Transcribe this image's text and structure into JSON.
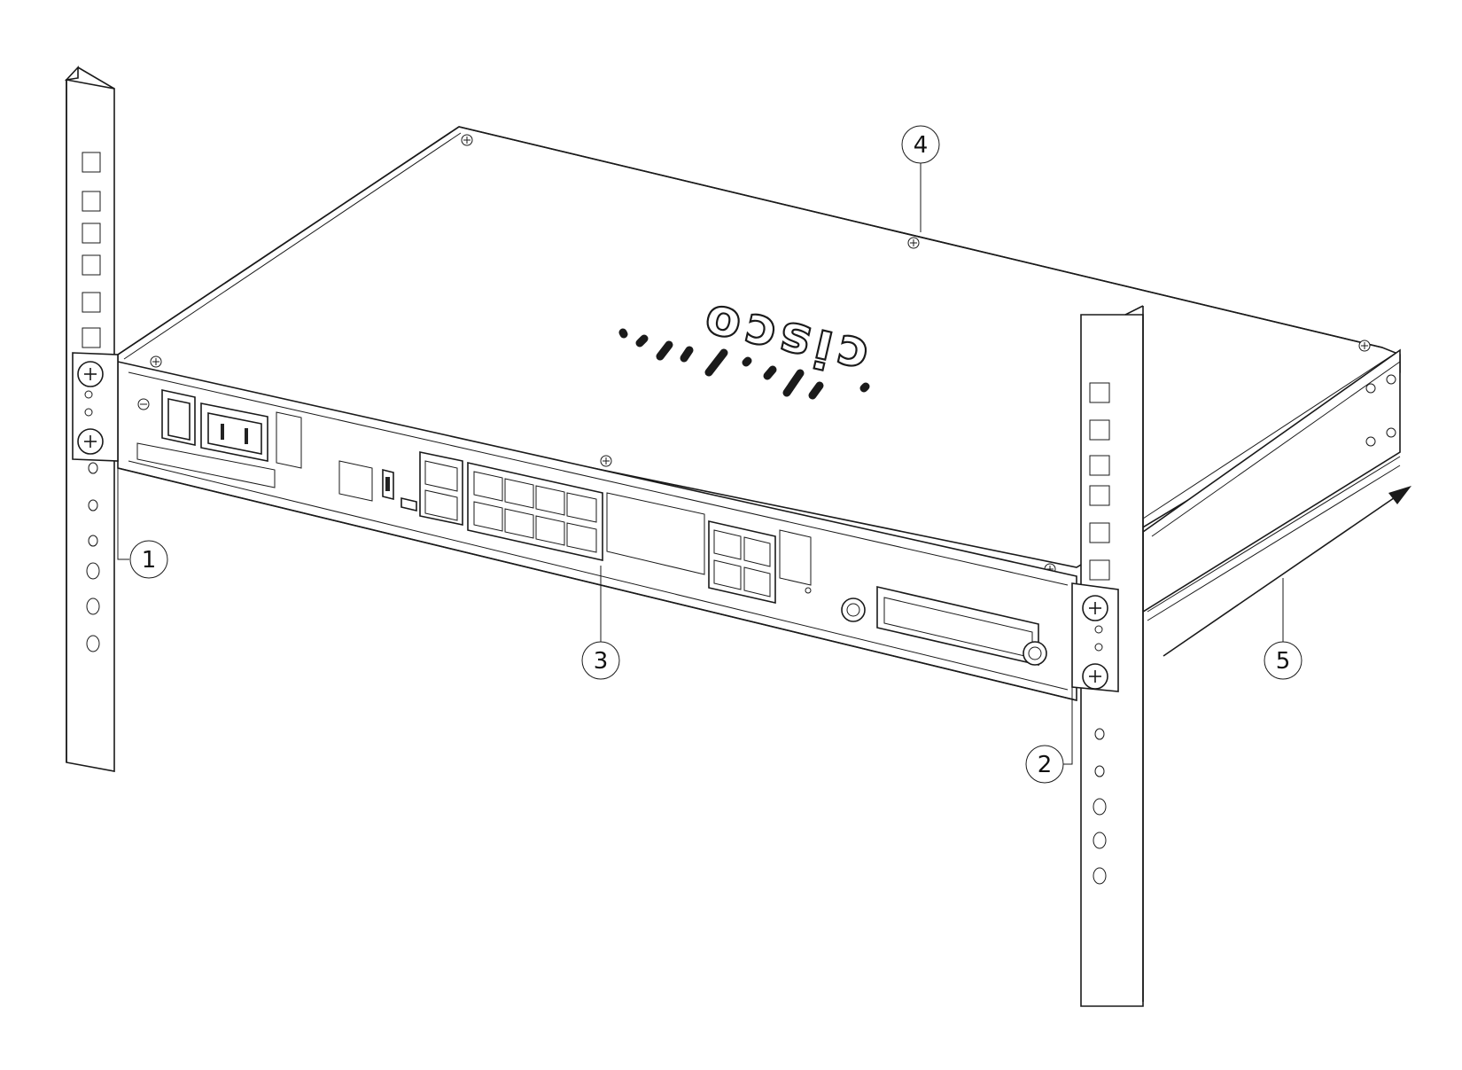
{
  "diagram": {
    "brand_logo": "cisco",
    "callouts": [
      {
        "id": 1,
        "label": "1"
      },
      {
        "id": 2,
        "label": "2"
      },
      {
        "id": 3,
        "label": "3"
      },
      {
        "id": 4,
        "label": "4"
      },
      {
        "id": 5,
        "label": "5"
      }
    ],
    "colors": {
      "line": "#1a1a1a",
      "background": "#ffffff",
      "chassis": "#ffffff"
    },
    "icons": [
      "rack-post",
      "power-switch",
      "power-inlet",
      "rj45-port",
      "usb-port",
      "sfp-port",
      "vent-grille",
      "thumbscrew",
      "arrow"
    ]
  }
}
